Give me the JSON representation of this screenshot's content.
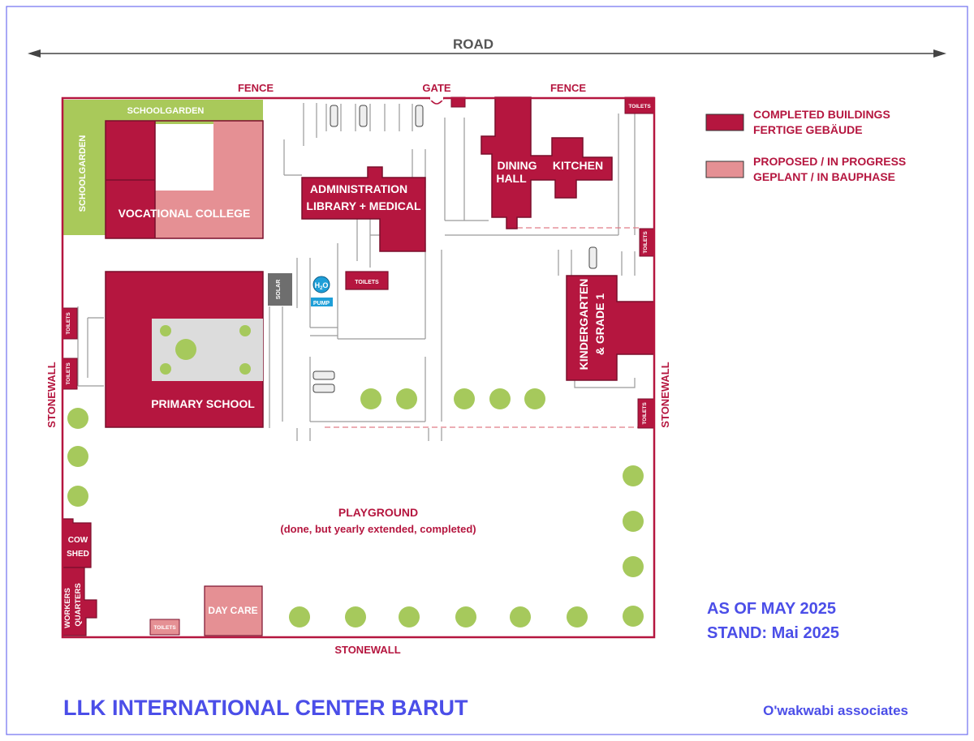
{
  "colors": {
    "completed": "#b5163f",
    "proposed": "#e59094",
    "garden": "#a9c95a",
    "tree": "#a6c95c",
    "label": "#b5163f",
    "blue": "#4b4ee8",
    "solar": "#6e6e6e",
    "pump": "#1e9fd8"
  },
  "road": {
    "label": "ROAD"
  },
  "boundary": {
    "fence_left": "FENCE",
    "gate": "GATE",
    "fence_right": "FENCE",
    "stonewall_left": "STONEWALL",
    "stonewall_right": "STONEWALL",
    "stonewall_bottom": "STONEWALL"
  },
  "legend": {
    "completed_line1": "COMPLETED BUILDINGS",
    "completed_line2": "FERTIGE GEBÄUDE",
    "proposed_line1": "PROPOSED / IN PROGRESS",
    "proposed_line2": "GEPLANT / IN BAUPHASE"
  },
  "areas": {
    "schoolgarden_top": "SCHOOLGARDEN",
    "schoolgarden_side": "SCHOOLGARDEN",
    "playground": "PLAYGROUND",
    "playground_note": "(done, but yearly extended, completed)"
  },
  "buildings": {
    "vocational_college": "VOCATIONAL COLLEGE",
    "admin_line1": "ADMINISTRATION",
    "admin_line2": "LIBRARY + MEDICAL",
    "dining_line1": "DINING",
    "dining_line2": "HALL",
    "kitchen": "KITCHEN",
    "primary_school": "PRIMARY SCHOOL",
    "kindergarten_line1": "KINDERGARTEN",
    "kindergarten_line2": "& GRADE 1",
    "day_care": "DAY CARE",
    "cow_line1": "COW",
    "cow_line2": "SHED",
    "workers_line1": "WORKERS",
    "workers_line2": "QUARTERS",
    "solar": "SOLAR",
    "pump": "PUMP",
    "water": "H",
    "water_sub": "2",
    "water_end": "O",
    "toilets": "TOILETS"
  },
  "status": {
    "line1": "AS OF MAY 2025",
    "line2": "STAND: Mai 2025"
  },
  "footer": {
    "title": "LLK  INTERNATIONAL  CENTER  BARUT",
    "credit": "O'wakwabi associates"
  }
}
